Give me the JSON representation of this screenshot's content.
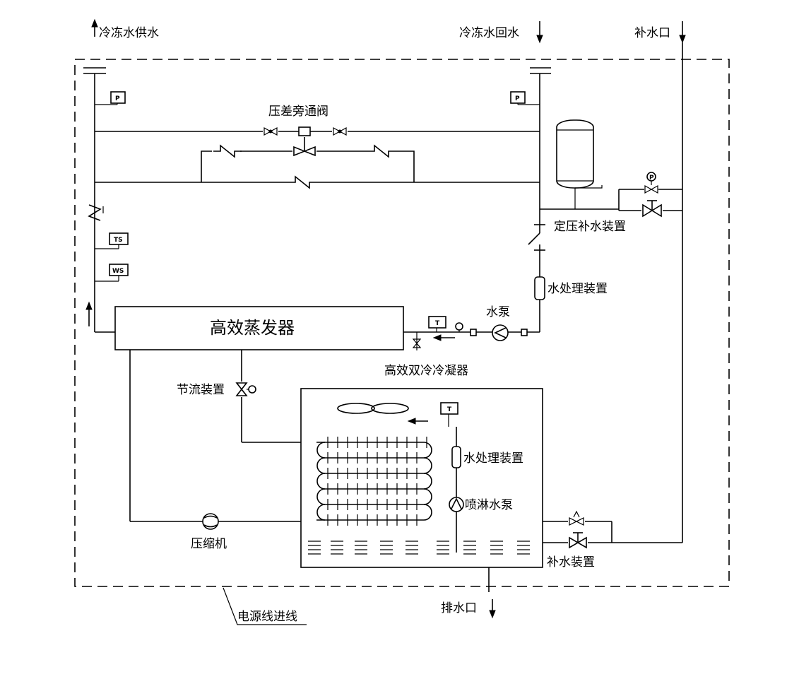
{
  "labels": {
    "chilled_supply": "冷冻水供水",
    "chilled_return": "冷冻水回水",
    "makeup_inlet": "补水口",
    "bypass_valve": "压差旁通阀",
    "pressure_makeup": "定压补水装置",
    "water_treatment_top": "水处理装置",
    "pump": "水泵",
    "evaporator": "高效蒸发器",
    "condenser": "高效双冷冷凝器",
    "throttle": "节流装置",
    "water_treatment_inner": "水处理装置",
    "spray_pump": "喷淋水泵",
    "compressor": "压缩机",
    "makeup_device": "补水装置",
    "drain": "排水口",
    "power_inlet": "电源线进线"
  },
  "tags": {
    "pressure_left": "P",
    "pressure_right": "P",
    "ts": "TS",
    "ws": "WS",
    "temp_main": "T",
    "temp_inner": "T",
    "gauge": "P"
  },
  "colors": {
    "line": "#000000",
    "background": "#ffffff"
  }
}
